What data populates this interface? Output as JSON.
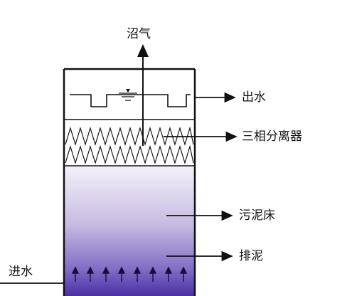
{
  "labels": {
    "biogas": "沼气",
    "effluent": "出水",
    "three_phase_separator": "三相分离器",
    "sludge_bed": "污泥床",
    "sludge_discharge": "排泥",
    "influent": "进水"
  },
  "colors": {
    "outline": "#111111",
    "sludge_top": "#f2eff8",
    "sludge_mid": "#a99bd0",
    "sludge_bottom": "#4f33a8"
  },
  "icons": [
    "up-arrow-icon",
    "right-arrow-icon"
  ]
}
